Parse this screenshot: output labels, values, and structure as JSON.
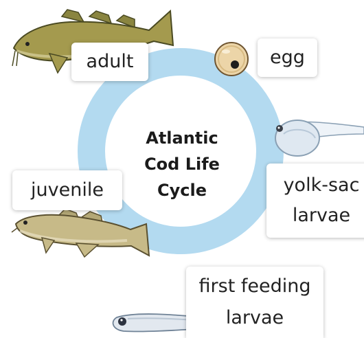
{
  "diagram": {
    "title_lines": [
      "Atlantic",
      "Cod Life",
      "Cycle"
    ],
    "ring_color": "#b3daf0",
    "stages": {
      "adult": "adult",
      "egg": "egg",
      "yolk_sac_line1": "yolk-sac",
      "yolk_sac_line2": "larvae",
      "first_feeding_line1": "first feeding",
      "first_feeding_line2": "larvae",
      "juvenile": "juvenile"
    },
    "icons": [
      "adult-cod-icon",
      "egg-icon",
      "yolk-sac-larva-icon",
      "first-feeding-larva-icon",
      "juvenile-cod-icon"
    ]
  }
}
